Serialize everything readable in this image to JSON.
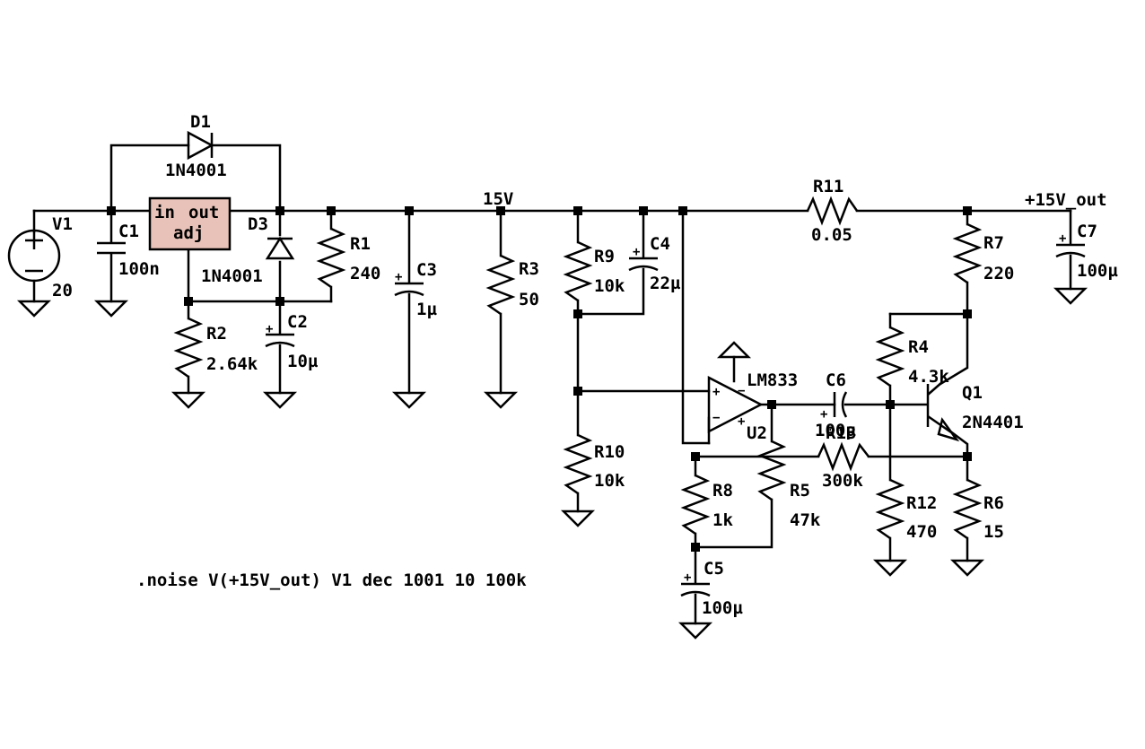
{
  "components": {
    "V1": {
      "ref": "V1",
      "value": "20"
    },
    "C1": {
      "ref": "C1",
      "value": "100n"
    },
    "D1": {
      "ref": "D1",
      "value": "1N4001"
    },
    "U1": {
      "pin_in": "in",
      "pin_out": "out",
      "pin_adj": "adj"
    },
    "D3": {
      "ref": "D3",
      "value": "1N4001"
    },
    "R1": {
      "ref": "R1",
      "value": "240"
    },
    "R2": {
      "ref": "R2",
      "value": "2.64k"
    },
    "C2": {
      "ref": "C2",
      "value": "10µ"
    },
    "C3": {
      "ref": "C3",
      "value": "1µ"
    },
    "R3": {
      "ref": "R3",
      "value": "50"
    },
    "R9": {
      "ref": "R9",
      "value": "10k"
    },
    "C4": {
      "ref": "C4",
      "value": "22µ"
    },
    "R10": {
      "ref": "R10",
      "value": "10k"
    },
    "R11": {
      "ref": "R11",
      "value": "0.05"
    },
    "U2": {
      "ref": "U2",
      "value": "LM833"
    },
    "C6": {
      "ref": "C6",
      "value": "100µ"
    },
    "R13": {
      "ref": "R13",
      "value": "300k"
    },
    "R8": {
      "ref": "R8",
      "value": "1k"
    },
    "R5": {
      "ref": "R5",
      "value": "47k"
    },
    "C5": {
      "ref": "C5",
      "value": "100µ"
    },
    "R4": {
      "ref": "R4",
      "value": "4.3k"
    },
    "R12": {
      "ref": "R12",
      "value": "470"
    },
    "R7": {
      "ref": "R7",
      "value": "220"
    },
    "R6": {
      "ref": "R6",
      "value": "15"
    },
    "Q1": {
      "ref": "Q1",
      "value": "2N4401"
    },
    "C7": {
      "ref": "C7",
      "value": "100µ"
    }
  },
  "nets": {
    "net_15v": "15V",
    "net_out": "+15V_out"
  },
  "directive": ".noise V(+15V_out) V1 dec 1001 10 100k"
}
